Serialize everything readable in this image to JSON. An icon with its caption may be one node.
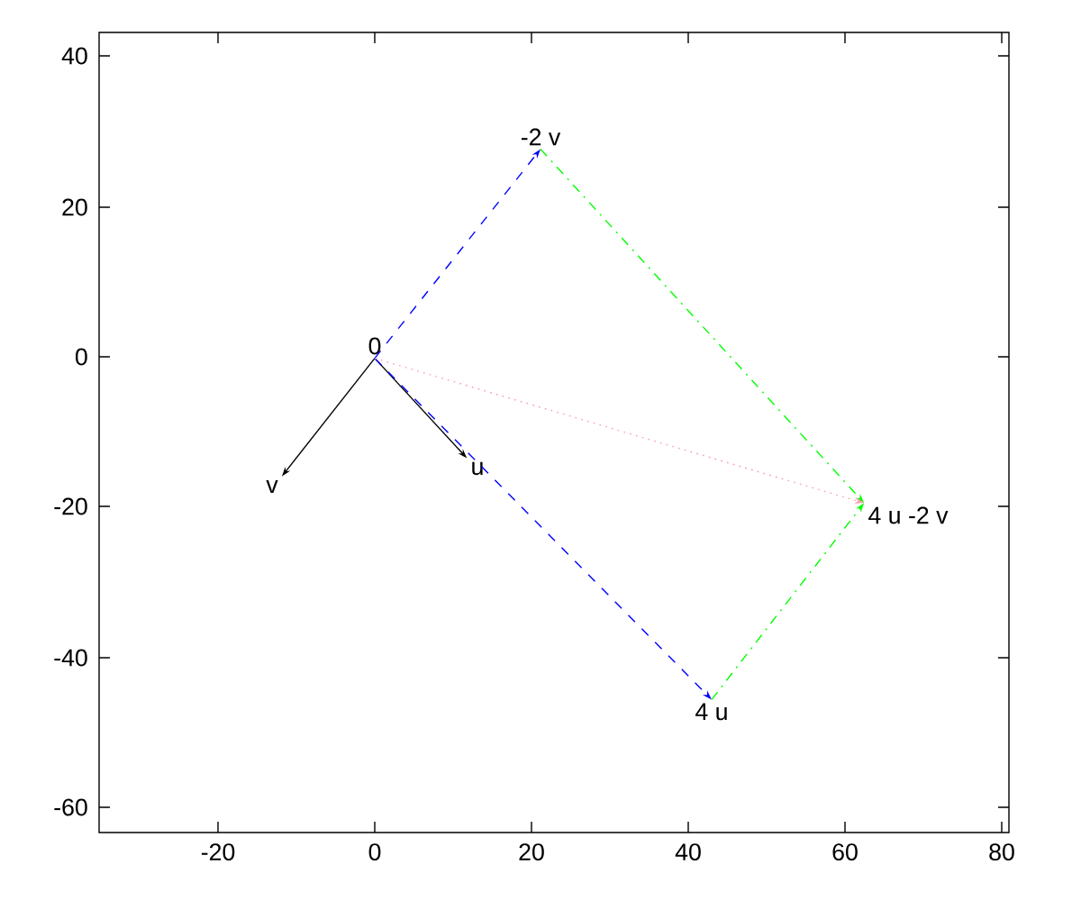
{
  "diagram": {
    "nodes": [
      {
        "text": [
          "0"
        ]
      },
      {
        "text": [
          "u"
        ]
      },
      {
        "text": [
          "v"
        ]
      },
      {
        "text": [
          "4 u"
        ]
      },
      {
        "text": [
          "-2 v"
        ]
      },
      {
        "text": [
          "4 u -2 v"
        ]
      }
    ],
    "edges": [
      {
        "from": 0,
        "to": 1,
        "arrow": "to"
      },
      {
        "from": 0,
        "to": 2,
        "arrow": "to"
      },
      {
        "from": 0,
        "to": 3,
        "arrow": "to",
        "style": "dashed",
        "color": "#0000ff"
      },
      {
        "from": 0,
        "to": 4,
        "arrow": "to",
        "style": "dashed",
        "color": "#0000ff"
      },
      {
        "from": 4,
        "to": 5,
        "arrow": "to",
        "style": "dashed",
        "color": "#00ff00"
      },
      {
        "from": 3,
        "to": 5,
        "arrow": "to",
        "style": "dashed",
        "color": "#00ff00"
      },
      {
        "from": 0,
        "to": 5,
        "arrow": "to",
        "style": "dashed",
        "color": "#ff9fb0"
      }
    ],
    "labels": [
      "40",
      "20",
      "0",
      "-20",
      "-40",
      "-60",
      "-20",
      "0",
      "20",
      "40",
      "60",
      "80"
    ]
  }
}
